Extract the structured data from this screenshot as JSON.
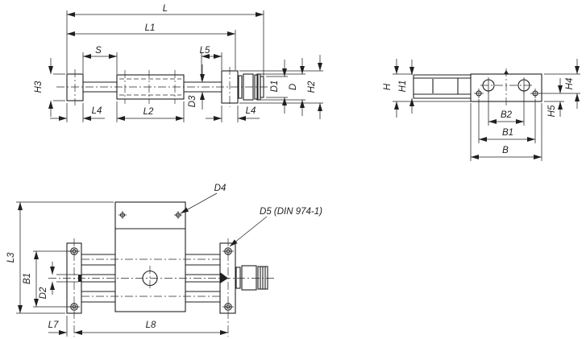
{
  "drawing": {
    "type": "technical-dimension-drawing",
    "background": "#ffffff",
    "line_color": "#1f1f1f",
    "views": {
      "side": {
        "name": "side-view",
        "labels": {
          "L": "L",
          "L1": "L1",
          "S": "S",
          "L5": "L5",
          "H3": "H3",
          "L4_left": "L4",
          "L2": "L2",
          "D3": "D3",
          "L4_right": "L4",
          "D1": "D1",
          "D": "D",
          "H2": "H2"
        }
      },
      "end": {
        "name": "end-view",
        "labels": {
          "H": "H",
          "H1": "H1",
          "B2": "B2",
          "B1": "B1",
          "B": "B",
          "H4": "H4",
          "H5": "H5"
        }
      },
      "plan": {
        "name": "plan-view",
        "labels": {
          "D4": "D4",
          "D5": "D5 (DIN 974-1)",
          "L3": "L3",
          "B1": "B1",
          "D2": "D2",
          "L7": "L7",
          "L8": "L8"
        }
      }
    }
  }
}
